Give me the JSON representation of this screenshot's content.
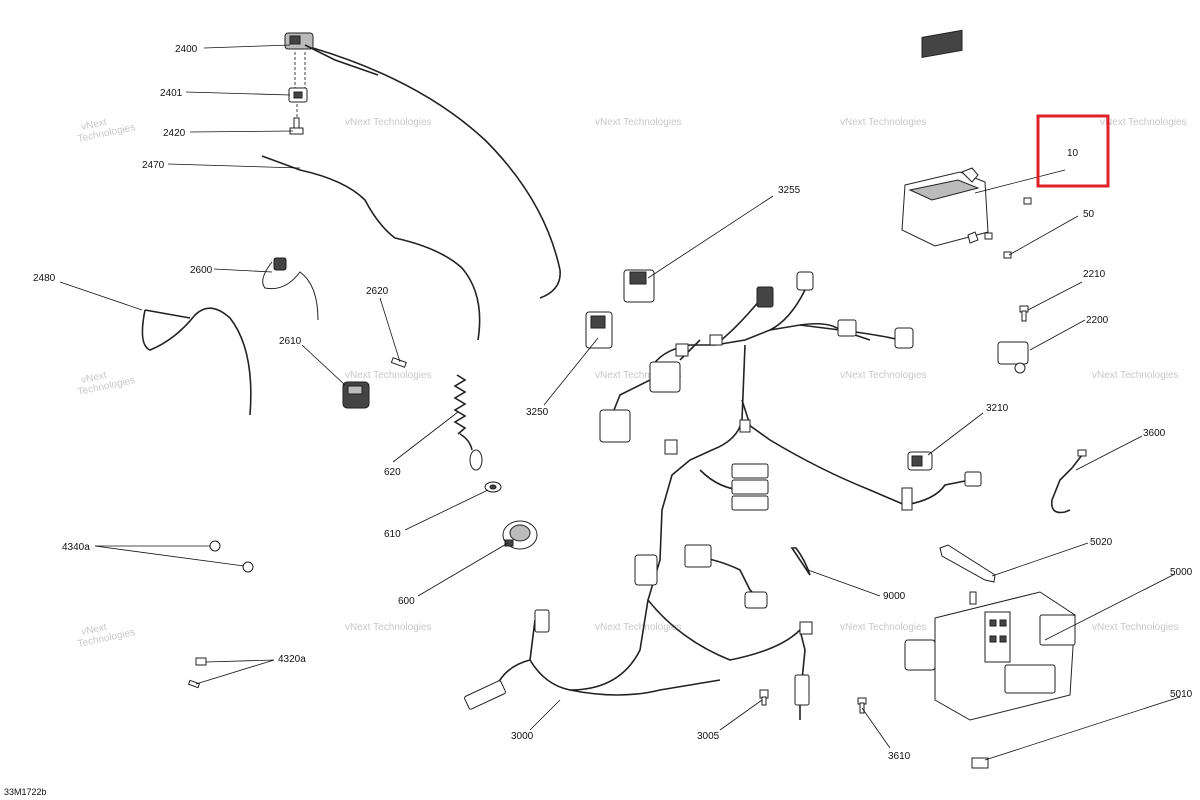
{
  "doc_code": "33M1722b",
  "watermark": {
    "line1": "vNext",
    "line2": "Technologies",
    "full": "vNext Technologies"
  },
  "highlight_color": "#e0202a",
  "part_labels": {
    "p2400": "2400",
    "p2401": "2401",
    "p2420": "2420",
    "p2470": "2470",
    "p2480": "2480",
    "p2600": "2600",
    "p2620": "2620",
    "p2610": "2610",
    "p620": "620",
    "p610": "610",
    "p600": "600",
    "p4340a": "4340a",
    "p4320a": "4320a",
    "p3000": "3000",
    "p3005": "3005",
    "p3610": "3610",
    "p3250": "3250",
    "p3255": "3255",
    "p10": "10",
    "p50": "50",
    "p2210": "2210",
    "p2200": "2200",
    "p3210": "3210",
    "p3600": "3600",
    "p5020": "5020",
    "p5000": "5000",
    "p9000": "9000",
    "p5010": "5010"
  }
}
